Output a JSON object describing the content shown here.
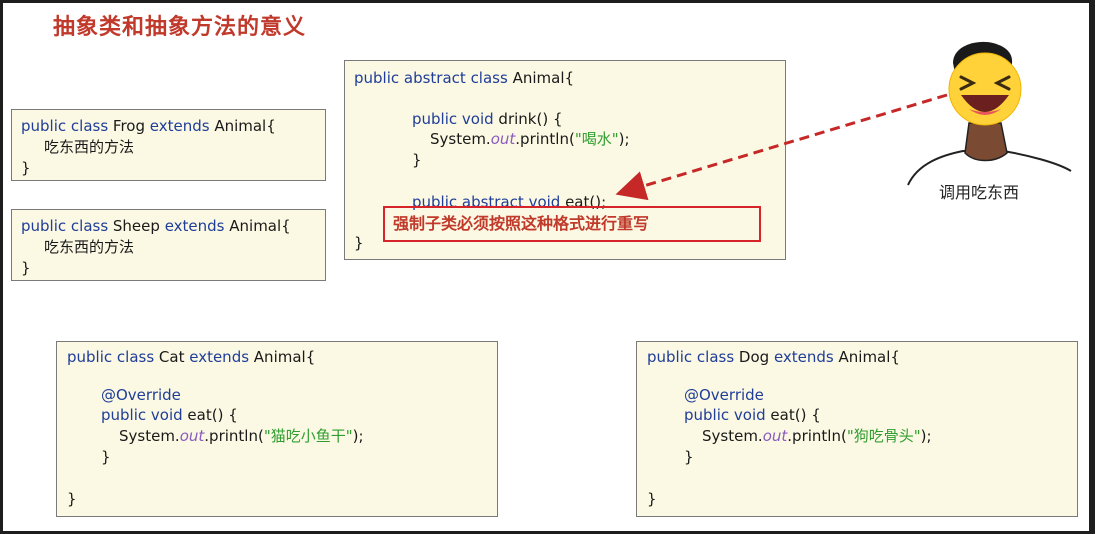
{
  "slide": {
    "title": "抽象类和抽象方法的意义"
  },
  "animal_box": {
    "l1_kw": "public abstract class",
    "l1_rest": " Animal{",
    "l2_kw": "public void",
    "l2_rest": " drink() {",
    "l3_a": "System.",
    "l3_fld": "out",
    "l3_b": ".println(",
    "l3_str": "\"喝水\"",
    "l3_c": ");",
    "l4": "}",
    "l5_kw": "public abstract void",
    "l5_rest": " eat();",
    "l6": "}"
  },
  "annotation": {
    "text": "强制子类必须按照这种格式进行重写"
  },
  "frog_box": {
    "l1_kw": "public class",
    "l1_name": " Frog ",
    "l1_ext": "extends",
    "l1_rest": " Animal{",
    "l2": "吃东西的方法",
    "l3": "}"
  },
  "sheep_box": {
    "l1_kw": "public class",
    "l1_name": " Sheep ",
    "l1_ext": "extends",
    "l1_rest": " Animal{",
    "l2": "吃东西的方法",
    "l3": "}"
  },
  "cat_box": {
    "l1_kw": "public class",
    "l1_name": " Cat ",
    "l1_ext": "extends",
    "l1_rest": " Animal{",
    "l2": "@Override",
    "l3_kw": "public void",
    "l3_rest": " eat() {",
    "l4_a": "System.",
    "l4_fld": "out",
    "l4_b": ".println(",
    "l4_str": "\"猫吃小鱼干\"",
    "l4_c": ");",
    "l5": "}",
    "l6": "}"
  },
  "dog_box": {
    "l1_kw": "public class",
    "l1_name": " Dog ",
    "l1_ext": "extends",
    "l1_rest": " Animal{",
    "l2": "@Override",
    "l3_kw": "public void",
    "l3_rest": " eat() {",
    "l4_a": "System.",
    "l4_fld": "out",
    "l4_b": ".println(",
    "l4_str": "\"狗吃骨头\"",
    "l4_c": ");",
    "l5": "}",
    "l6": "}"
  },
  "person": {
    "label": "调用吃东西",
    "icon": "laughing-emoji-face-icon"
  },
  "colors": {
    "title": "#c0392b",
    "keyword": "#1f3d99",
    "string": "#2f9e2f",
    "box_bg": "#fbf9e3",
    "arrow": "#c62828"
  }
}
